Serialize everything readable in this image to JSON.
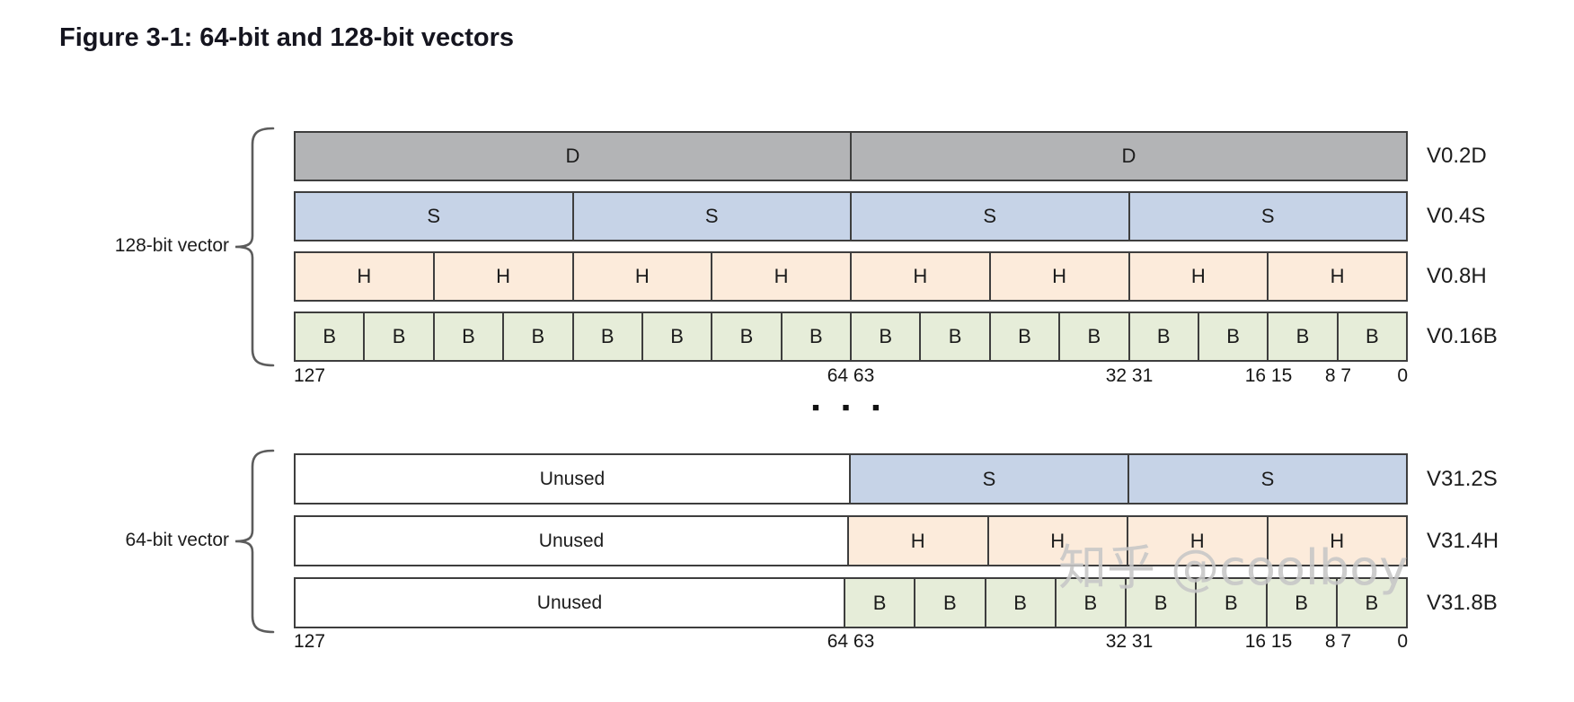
{
  "title": "Figure 3-1: 64-bit and 128-bit vectors",
  "ellipsis": "■ ■ ■",
  "watermark": "知乎 @coolboy",
  "colors": {
    "d": "#b3b4b6",
    "s": "#c6d3e7",
    "h": "#fcebdb",
    "b": "#e6edd9",
    "unused": "#ffffff",
    "border": "#3e3e3e"
  },
  "sections": [
    {
      "name": "128-bit-vector",
      "label": "128-bit vector",
      "rows": [
        {
          "register": "V0.2D",
          "cells": [
            {
              "label": "D",
              "type": "d",
              "span": 64
            },
            {
              "label": "D",
              "type": "d",
              "span": 64
            }
          ]
        },
        {
          "register": "V0.4S",
          "cells": [
            {
              "label": "S",
              "type": "s",
              "span": 32
            },
            {
              "label": "S",
              "type": "s",
              "span": 32
            },
            {
              "label": "S",
              "type": "s",
              "span": 32
            },
            {
              "label": "S",
              "type": "s",
              "span": 32
            }
          ]
        },
        {
          "register": "V0.8H",
          "cells": [
            {
              "label": "H",
              "type": "h",
              "span": 16
            },
            {
              "label": "H",
              "type": "h",
              "span": 16
            },
            {
              "label": "H",
              "type": "h",
              "span": 16
            },
            {
              "label": "H",
              "type": "h",
              "span": 16
            },
            {
              "label": "H",
              "type": "h",
              "span": 16
            },
            {
              "label": "H",
              "type": "h",
              "span": 16
            },
            {
              "label": "H",
              "type": "h",
              "span": 16
            },
            {
              "label": "H",
              "type": "h",
              "span": 16
            }
          ]
        },
        {
          "register": "V0.16B",
          "cells": [
            {
              "label": "B",
              "type": "b",
              "span": 8
            },
            {
              "label": "B",
              "type": "b",
              "span": 8
            },
            {
              "label": "B",
              "type": "b",
              "span": 8
            },
            {
              "label": "B",
              "type": "b",
              "span": 8
            },
            {
              "label": "B",
              "type": "b",
              "span": 8
            },
            {
              "label": "B",
              "type": "b",
              "span": 8
            },
            {
              "label": "B",
              "type": "b",
              "span": 8
            },
            {
              "label": "B",
              "type": "b",
              "span": 8
            },
            {
              "label": "B",
              "type": "b",
              "span": 8
            },
            {
              "label": "B",
              "type": "b",
              "span": 8
            },
            {
              "label": "B",
              "type": "b",
              "span": 8
            },
            {
              "label": "B",
              "type": "b",
              "span": 8
            },
            {
              "label": "B",
              "type": "b",
              "span": 8
            },
            {
              "label": "B",
              "type": "b",
              "span": 8
            },
            {
              "label": "B",
              "type": "b",
              "span": 8
            },
            {
              "label": "B",
              "type": "b",
              "span": 8
            }
          ]
        }
      ],
      "bit_labels": [
        {
          "text": "127",
          "bit": 128,
          "align": "left"
        },
        {
          "text": "64 63",
          "bit": 64,
          "align": "center"
        },
        {
          "text": "32 31",
          "bit": 32,
          "align": "center"
        },
        {
          "text": "16 15",
          "bit": 16,
          "align": "center"
        },
        {
          "text": "8 7",
          "bit": 8,
          "align": "center"
        },
        {
          "text": "0",
          "bit": 0,
          "align": "right"
        }
      ]
    },
    {
      "name": "64-bit-vector",
      "label": "64-bit vector",
      "rows": [
        {
          "register": "V31.2S",
          "cells": [
            {
              "label": "Unused",
              "type": "unused",
              "span": 64
            },
            {
              "label": "S",
              "type": "s",
              "span": 32
            },
            {
              "label": "S",
              "type": "s",
              "span": 32
            }
          ]
        },
        {
          "register": "V31.4H",
          "cells": [
            {
              "label": "Unused",
              "type": "unused",
              "span": 64
            },
            {
              "label": "H",
              "type": "h",
              "span": 16
            },
            {
              "label": "H",
              "type": "h",
              "span": 16
            },
            {
              "label": "H",
              "type": "h",
              "span": 16
            },
            {
              "label": "H",
              "type": "h",
              "span": 16
            }
          ]
        },
        {
          "register": "V31.8B",
          "cells": [
            {
              "label": "Unused",
              "type": "unused",
              "span": 64
            },
            {
              "label": "B",
              "type": "b",
              "span": 8
            },
            {
              "label": "B",
              "type": "b",
              "span": 8
            },
            {
              "label": "B",
              "type": "b",
              "span": 8
            },
            {
              "label": "B",
              "type": "b",
              "span": 8
            },
            {
              "label": "B",
              "type": "b",
              "span": 8
            },
            {
              "label": "B",
              "type": "b",
              "span": 8
            },
            {
              "label": "B",
              "type": "b",
              "span": 8
            },
            {
              "label": "B",
              "type": "b",
              "span": 8
            }
          ]
        }
      ],
      "bit_labels": [
        {
          "text": "127",
          "bit": 128,
          "align": "left"
        },
        {
          "text": "64 63",
          "bit": 64,
          "align": "center"
        },
        {
          "text": "32 31",
          "bit": 32,
          "align": "center"
        },
        {
          "text": "16 15",
          "bit": 16,
          "align": "center"
        },
        {
          "text": "8 7",
          "bit": 8,
          "align": "center"
        },
        {
          "text": "0",
          "bit": 0,
          "align": "right"
        }
      ]
    }
  ]
}
